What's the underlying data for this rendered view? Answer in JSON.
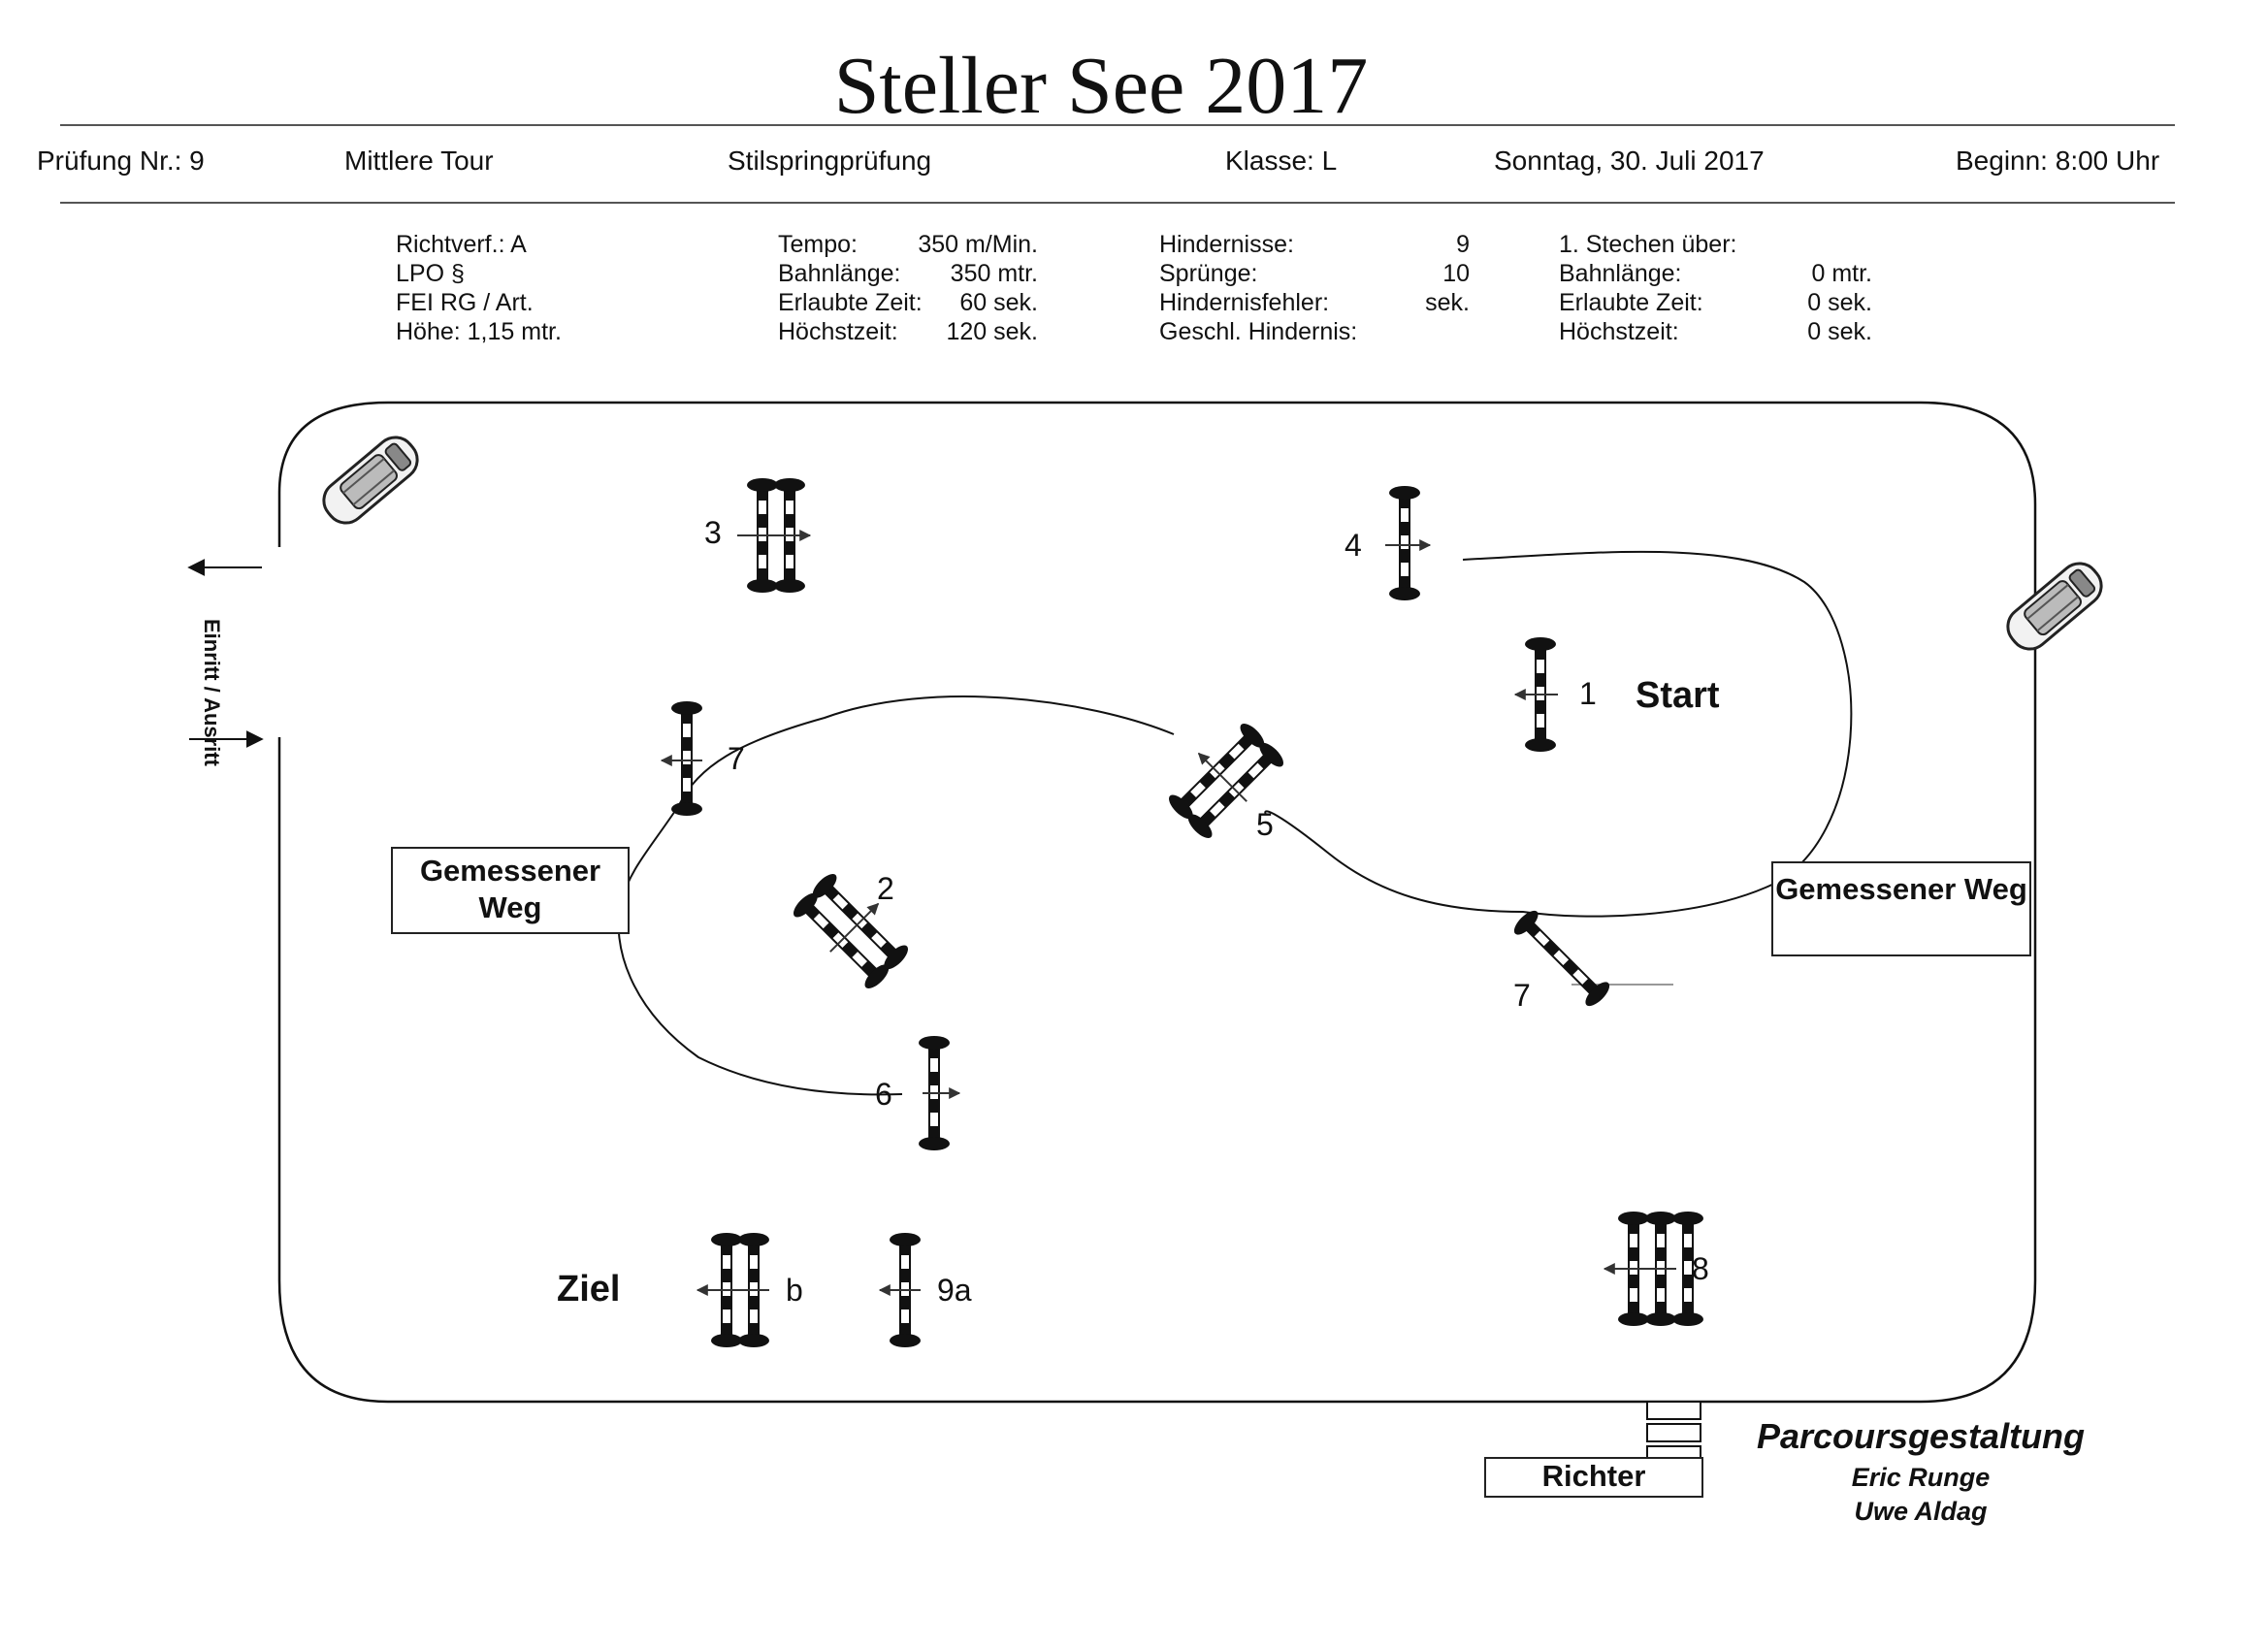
{
  "title": "Steller See 2017",
  "header": {
    "pruefung": "Prüfung Nr.: 9",
    "tour": "Mittlere Tour",
    "art": "Stilspringprüfung",
    "klasse": "Klasse: L",
    "datum": "Sonntag, 30. Juli 2017",
    "beginn": "Beginn: 8:00 Uhr"
  },
  "details": {
    "col1": [
      "Richtverf.: A",
      "LPO §",
      "FEI RG / Art.",
      "Höhe: 1,15 mtr."
    ],
    "col2_labels": [
      "Tempo:",
      "Bahnlänge:",
      "Erlaubte Zeit:",
      "Höchstzeit:"
    ],
    "col2_values": [
      "350 m/Min.",
      "350 mtr.",
      "60 sek.",
      "120 sek."
    ],
    "col3_labels": [
      "Hindernisse:",
      "Sprünge:",
      "Hindernisfehler:",
      "Geschl. Hindernis:"
    ],
    "col3_values": [
      "9",
      "10",
      "sek.",
      ""
    ],
    "col4_labels": [
      "1. Stechen über:",
      "Bahnlänge:",
      "Erlaubte Zeit:",
      "Höchstzeit:"
    ],
    "col4_values": [
      "",
      "0 mtr.",
      "0 sek.",
      "0 sek."
    ]
  },
  "course": {
    "entrance": "Einritt / Ausritt",
    "start": "Start",
    "finish": "Ziel",
    "measured_way_left": "Gemessener Weg",
    "measured_way_right": "Gemessener Weg",
    "judge": "Richter",
    "obstacle_numbers": [
      "1",
      "2",
      "3",
      "4",
      "5",
      "6",
      "7",
      "7",
      "8",
      "9a",
      "b"
    ]
  },
  "design": {
    "label": "Parcoursgestaltung",
    "names": [
      "Eric Runge",
      "Uwe Aldag"
    ]
  }
}
